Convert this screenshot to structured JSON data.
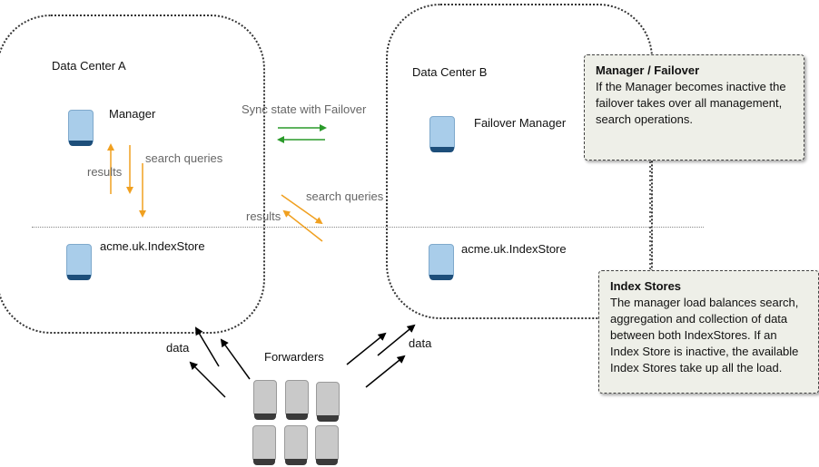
{
  "data_center_a": {
    "title": "Data Center A",
    "manager_label": "Manager",
    "index_store_label": "acme.uk.IndexStore",
    "results_label": "results",
    "search_queries_label": "search queries"
  },
  "data_center_b": {
    "title": "Data Center B",
    "failover_label": "Failover Manager",
    "index_store_label": "acme.uk.IndexStore"
  },
  "sync_label": "Sync state with Failover",
  "cross_search_queries_label": "search queries",
  "cross_results_label": "results",
  "forwarders_label": "Forwarders",
  "data_label_left": "data",
  "data_label_right": "data",
  "notes": {
    "manager_failover": {
      "title": "Manager / Failover",
      "text": "If the Manager becomes inactive the failover takes over all management, search operations."
    },
    "index_stores": {
      "title": "Index Stores",
      "text": "The manager load balances search, aggregation and collection of data between both IndexStores. If an Index Store is inactive, the available Index Stores take up all the load."
    }
  },
  "colors": {
    "query_arrow": "#f0a020",
    "sync_arrow": "#2a9a2a",
    "data_arrow": "#000000",
    "server_body": "#a9cdea",
    "server_base": "#1d4e7a",
    "forwarder_body": "#c9c9c9",
    "forwarder_base": "#3a3a3a",
    "note_bg": "#eeefe8"
  }
}
